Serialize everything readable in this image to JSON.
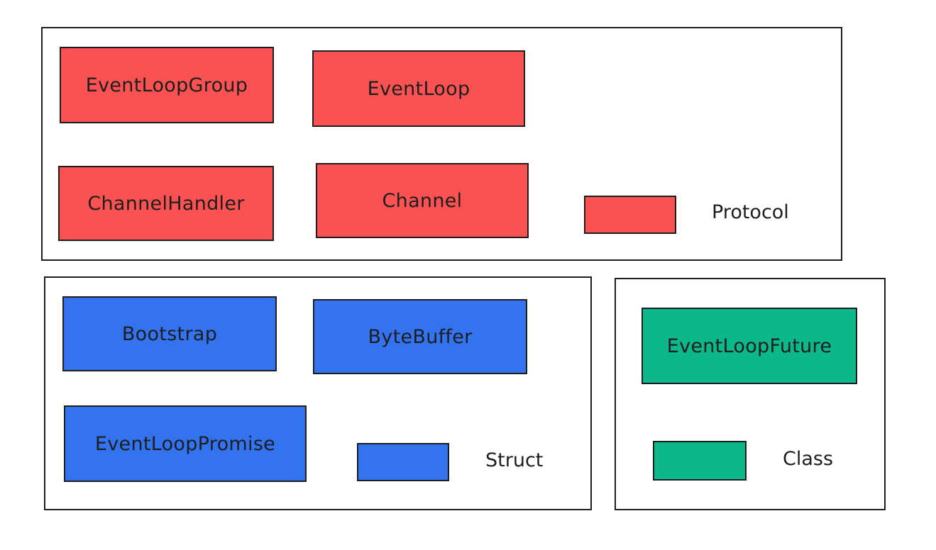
{
  "colors": {
    "protocol": "#fa5252",
    "struct": "#3373f0",
    "class": "#0cb88a",
    "stroke": "#1e1e1e"
  },
  "protocol_group": {
    "items": [
      "EventLoopGroup",
      "EventLoop",
      "ChannelHandler",
      "Channel"
    ],
    "legend_label": "Protocol"
  },
  "struct_group": {
    "items": [
      "Bootstrap",
      "ByteBuffer",
      "EventLoopPromise"
    ],
    "legend_label": "Struct"
  },
  "class_group": {
    "items": [
      "EventLoopFuture"
    ],
    "legend_label": "Class"
  }
}
